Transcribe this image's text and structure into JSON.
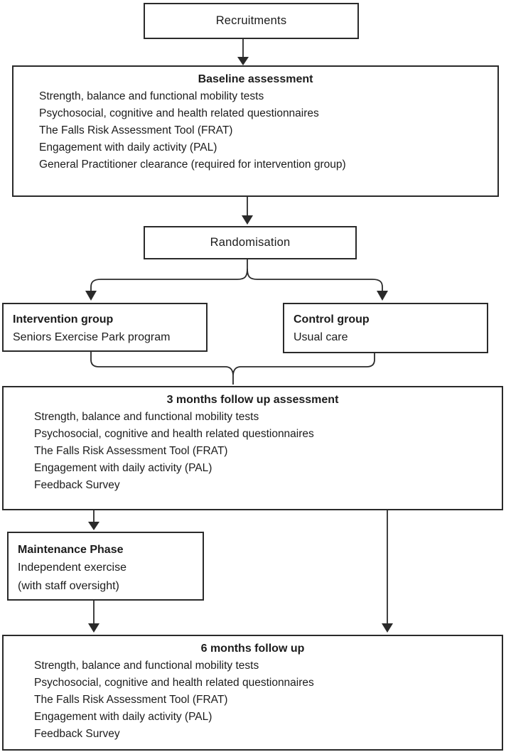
{
  "colors": {
    "line": "#2a2a2a",
    "text": "#1c1c1c",
    "background": "#ffffff"
  },
  "boxes": {
    "recruitments": {
      "label": "Recruitments"
    },
    "baseline": {
      "title": "Baseline assessment",
      "items": [
        "Strength, balance and functional mobility tests",
        "Psychosocial, cognitive and health related questionnaires",
        "The Falls Risk Assessment Tool (FRAT)",
        "Engagement with daily activity (PAL)",
        "General Practitioner clearance (required for intervention group)"
      ]
    },
    "randomisation": {
      "label": "Randomisation"
    },
    "intervention": {
      "title": "Intervention group",
      "description": "Seniors Exercise Park program"
    },
    "control": {
      "title": "Control group",
      "description": "Usual care"
    },
    "three_months": {
      "title": "3 months follow up assessment",
      "items": [
        "Strength, balance and functional mobility tests",
        "Psychosocial, cognitive and health related questionnaires",
        "The Falls Risk Assessment Tool (FRAT)",
        "Engagement with daily activity (PAL)",
        "Feedback Survey"
      ]
    },
    "maintenance": {
      "title": "Maintenance Phase",
      "lines": [
        "Independent exercise",
        "(with staff oversight)"
      ]
    },
    "six_months": {
      "title": "6 months follow up",
      "items": [
        "Strength, balance and functional mobility tests",
        "Psychosocial, cognitive and health related questionnaires",
        "The Falls Risk Assessment Tool (FRAT)",
        "Engagement with daily activity (PAL)",
        "Feedback Survey"
      ]
    }
  }
}
